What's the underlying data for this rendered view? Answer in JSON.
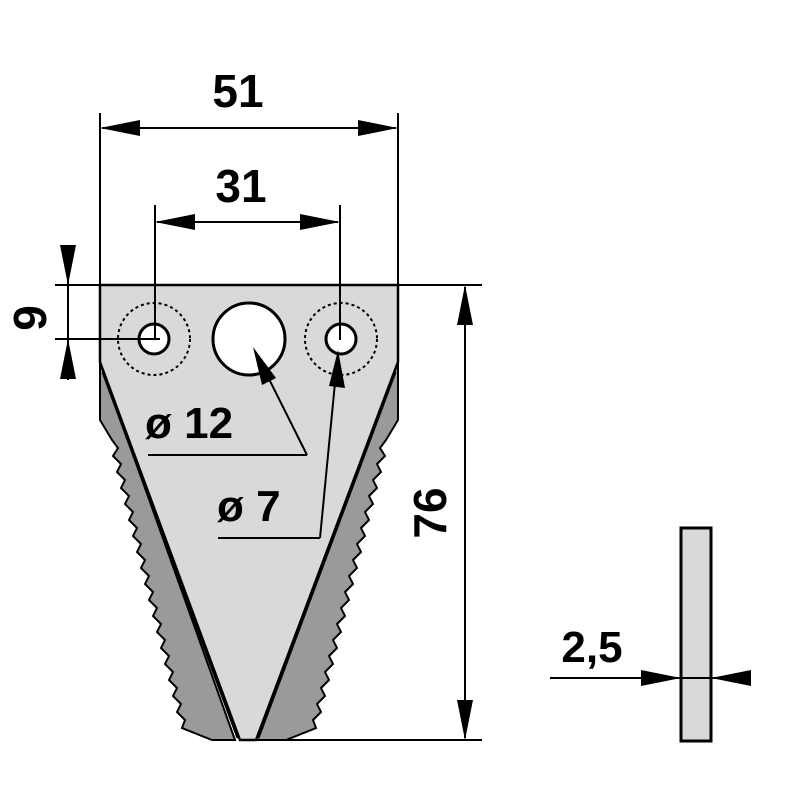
{
  "dimensions": {
    "width_overall": "51",
    "hole_spacing": "31",
    "hole_offset": "9",
    "large_hole": "ø 12",
    "small_hole": "ø 7",
    "height": "76",
    "thickness": "2,5"
  },
  "colors": {
    "blade_fill": "#d9d9d9",
    "serration_fill": "#9a9a9a",
    "line": "#000000",
    "background": "#ffffff"
  }
}
